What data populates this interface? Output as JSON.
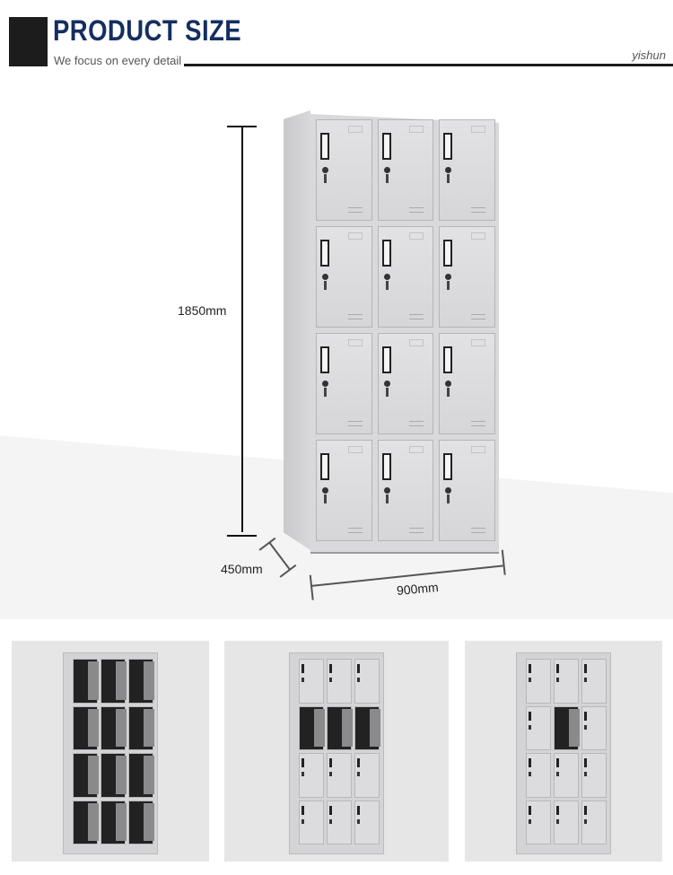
{
  "header": {
    "title": "PRODUCT SIZE",
    "subtitle": "We focus on every detail",
    "brand": "yishun",
    "title_color": "#142f5f"
  },
  "dimensions": {
    "height": "1850mm",
    "depth": "450mm",
    "width": "900mm"
  },
  "product": {
    "name": "12-door steel locker cabinet",
    "rows": 4,
    "columns": 3,
    "color": "#d9d9db"
  },
  "thumbnails": [
    {
      "label": "all-doors-open"
    },
    {
      "label": "second-row-open"
    },
    {
      "label": "single-door-open"
    }
  ]
}
